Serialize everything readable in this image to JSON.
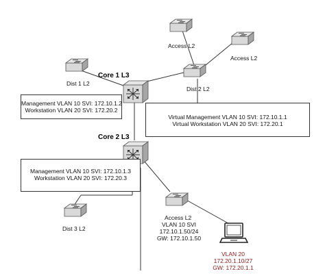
{
  "devices": {
    "core1": {
      "label": "Core 1 L3"
    },
    "core2": {
      "label": "Core 2 L3"
    },
    "dist1": {
      "label": "Dist 1 L2"
    },
    "dist2": {
      "label": "Dist 2 L2"
    },
    "dist3": {
      "label": "Dist 3 L2"
    },
    "access_top_left": {
      "label": "Access L2"
    },
    "access_top_right": {
      "label": "Access L2"
    },
    "access_bottom": {
      "label": "Access L2"
    }
  },
  "core1_box": {
    "line1": "Management VLAN 10 SVI: 172.10.1.2",
    "line2": "Workstation VLAN 20 SVI: 172.20.2"
  },
  "core2_box": {
    "line1": "Management VLAN 10 SVI: 172.10.1.3",
    "line2": "Workstation VLAN 20 SVI: 172.20.3"
  },
  "virtual_box": {
    "line1": "Virtual Management VLAN 10 SVI: 172.10.1.1",
    "line2": "Virtual Workstation VLAN 20 SVI: 172.20.1"
  },
  "access_bottom_svi": {
    "line1": "VLAN  10 SVI",
    "line2": "172.10.1.50/24",
    "line3": "GW: 172.10.1.50"
  },
  "host": {
    "line1": "VLAN 20",
    "line2": "172.20.1.10/27",
    "line3": "GW: 172.20.1.1"
  },
  "colors": {
    "line": "#333333",
    "device_face": "#d9d9d9",
    "device_side": "#a6a6a6",
    "host_text": "#8b1a1a"
  }
}
